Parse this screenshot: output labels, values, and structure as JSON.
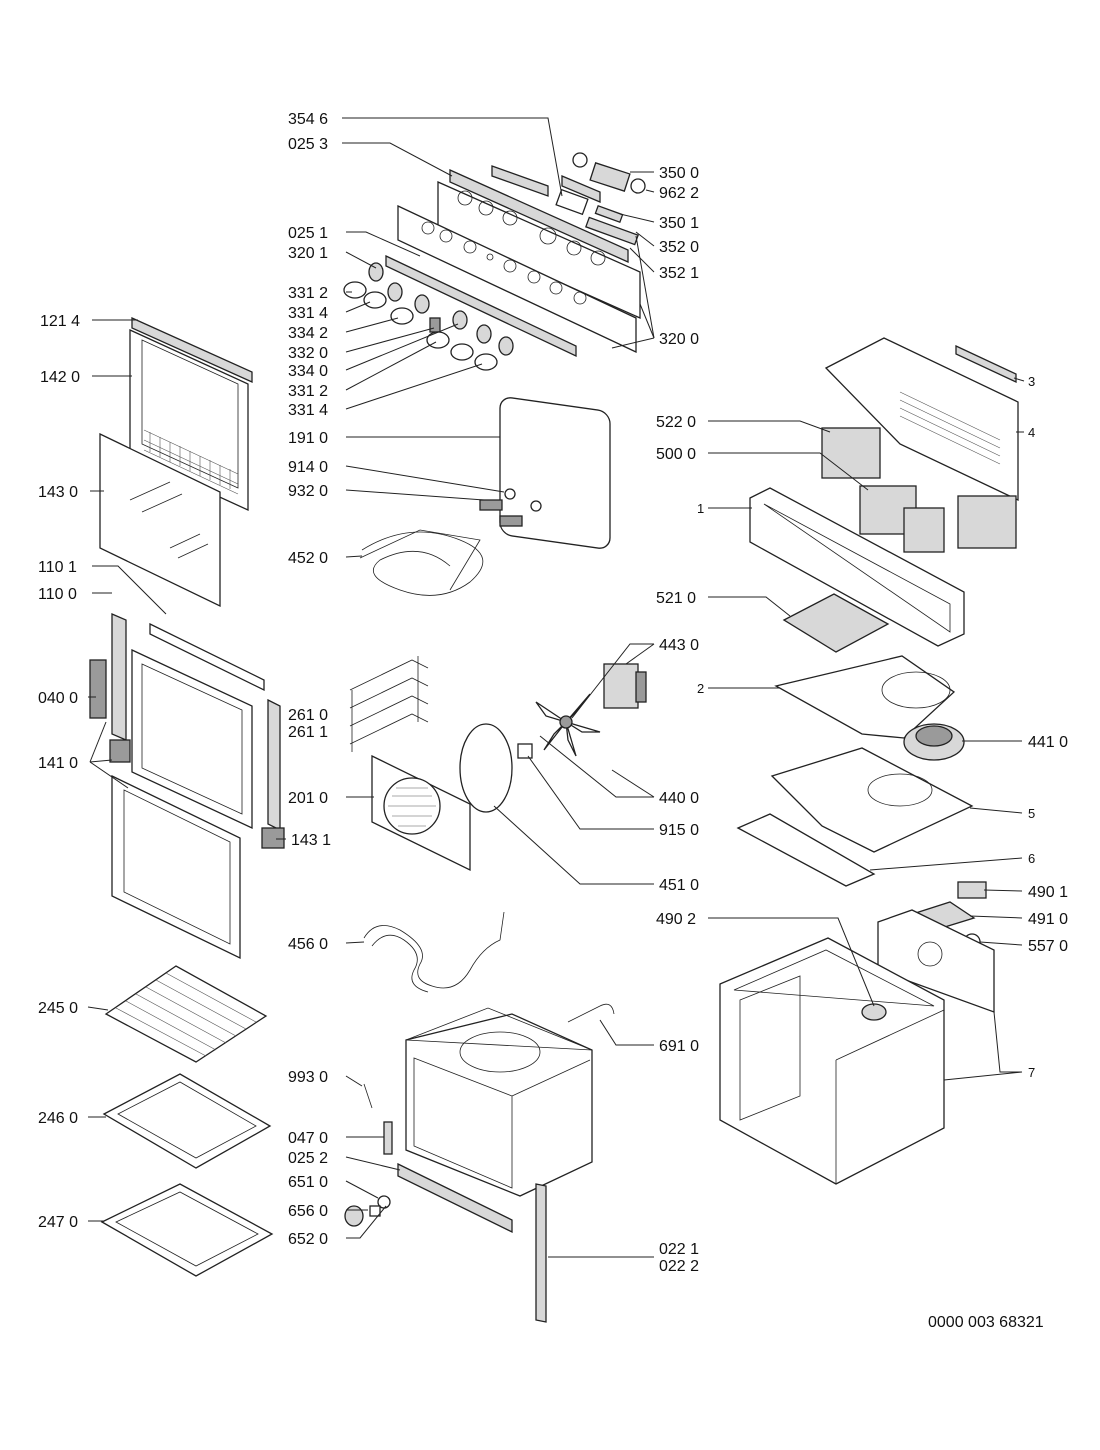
{
  "labels": {
    "l3546": "354 6",
    "l0253": "025 3",
    "l3500": "350 0",
    "l9622": "962 2",
    "l3501": "350 1",
    "l0251": "025 1",
    "l3520": "352 0",
    "l3201": "320 1",
    "l3521": "352 1",
    "l3312a": "331 2",
    "l3314a": "331 4",
    "l1214": "121 4",
    "l3342": "334 2",
    "l3200": "320 0",
    "l1420": "142 0",
    "l3320": "332 0",
    "l3340": "334 0",
    "l3312b": "331 2",
    "l3314b": "331 4",
    "l3": "3",
    "l1910": "191 0",
    "l5220": "522 0",
    "l4": "4",
    "l5000": "500 0",
    "l9140": "914 0",
    "l1430": "143 0",
    "l9320": "932 0",
    "l1": "1",
    "l4520": "452 0",
    "l1101": "110 1",
    "l1100": "110 0",
    "l5210": "521 0",
    "l4430": "443 0",
    "l2": "2",
    "l0400": "040 0",
    "l2610": "261 0",
    "l2611": "261 1",
    "l4410": "441 0",
    "l1410": "141 0",
    "l4400": "440 0",
    "l2010": "201 0",
    "l5": "5",
    "l9150": "915 0",
    "l1431": "143 1",
    "l6": "6",
    "l4510": "451 0",
    "l4901": "490 1",
    "l4902": "490 2",
    "l4910": "491 0",
    "l4560": "456 0",
    "l5570": "557 0",
    "l2450": "245 0",
    "l6910": "691 0",
    "l9930": "993 0",
    "l7": "7",
    "l2460": "246 0",
    "l0470": "047 0",
    "l0252": "025 2",
    "l6510": "651 0",
    "l6560": "656 0",
    "l2470": "247 0",
    "l6520": "652 0",
    "l0221": "022 1",
    "l0222": "022 2"
  },
  "footer": {
    "doc_number": "0000 003 68321"
  }
}
